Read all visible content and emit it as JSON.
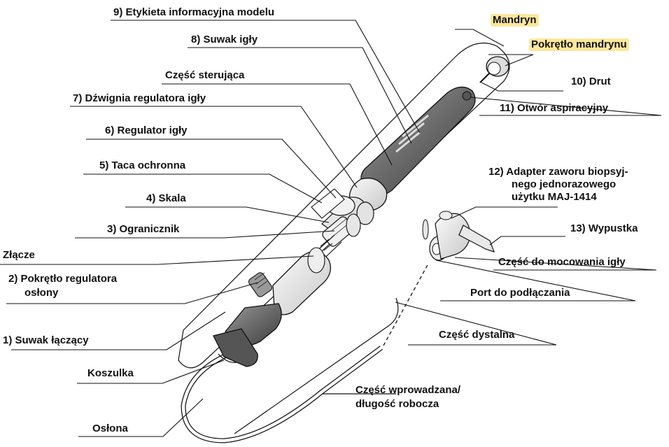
{
  "labels": {
    "etykieta": "9) Etykieta informacyjna modelu",
    "mandryn": "Mandryn",
    "suwak_igly": "8) Suwak igły",
    "pokretlo_mandrynu": "Pokrętło mandrynu",
    "czesc_sterujaca": "Część sterująca",
    "drut": "10) Drut",
    "dzwignia": "7) Dźwignia regulatora igły",
    "otwor": "11) Otwór aspiracyjny",
    "regulator": "6) Regulator igły",
    "taca": "5) Taca ochronna",
    "adapter_1": "12) Adapter zaworu biopsyj-",
    "adapter_2": "nego jednorazowego",
    "adapter_3": "użytku MAJ-1414",
    "skala": "4) Skala",
    "ogranicznik": "3) Ogranicznik",
    "wypustka": "13) Wypustka",
    "zlacze": "Złącze",
    "pokretlo_oslony_1": "2) Pokrętło regulatora",
    "pokretlo_oslony_2": "osłony",
    "mocowanie": "Część do mocowania igły",
    "port": "Port do podłączania",
    "dystalna": "Część dystalna",
    "suwak_laczacy": "1) Suwak łączący",
    "koszulka": "Koszulka",
    "wprowadzana_1": "Część wprowadzana/",
    "wprowadzana_2": "długość robocza",
    "oslona": "Osłona"
  },
  "colors": {
    "highlight": "#fde79b",
    "line": "#111111",
    "device_fill": "#eeeeee",
    "handle_dark": "#6e6e6e"
  }
}
